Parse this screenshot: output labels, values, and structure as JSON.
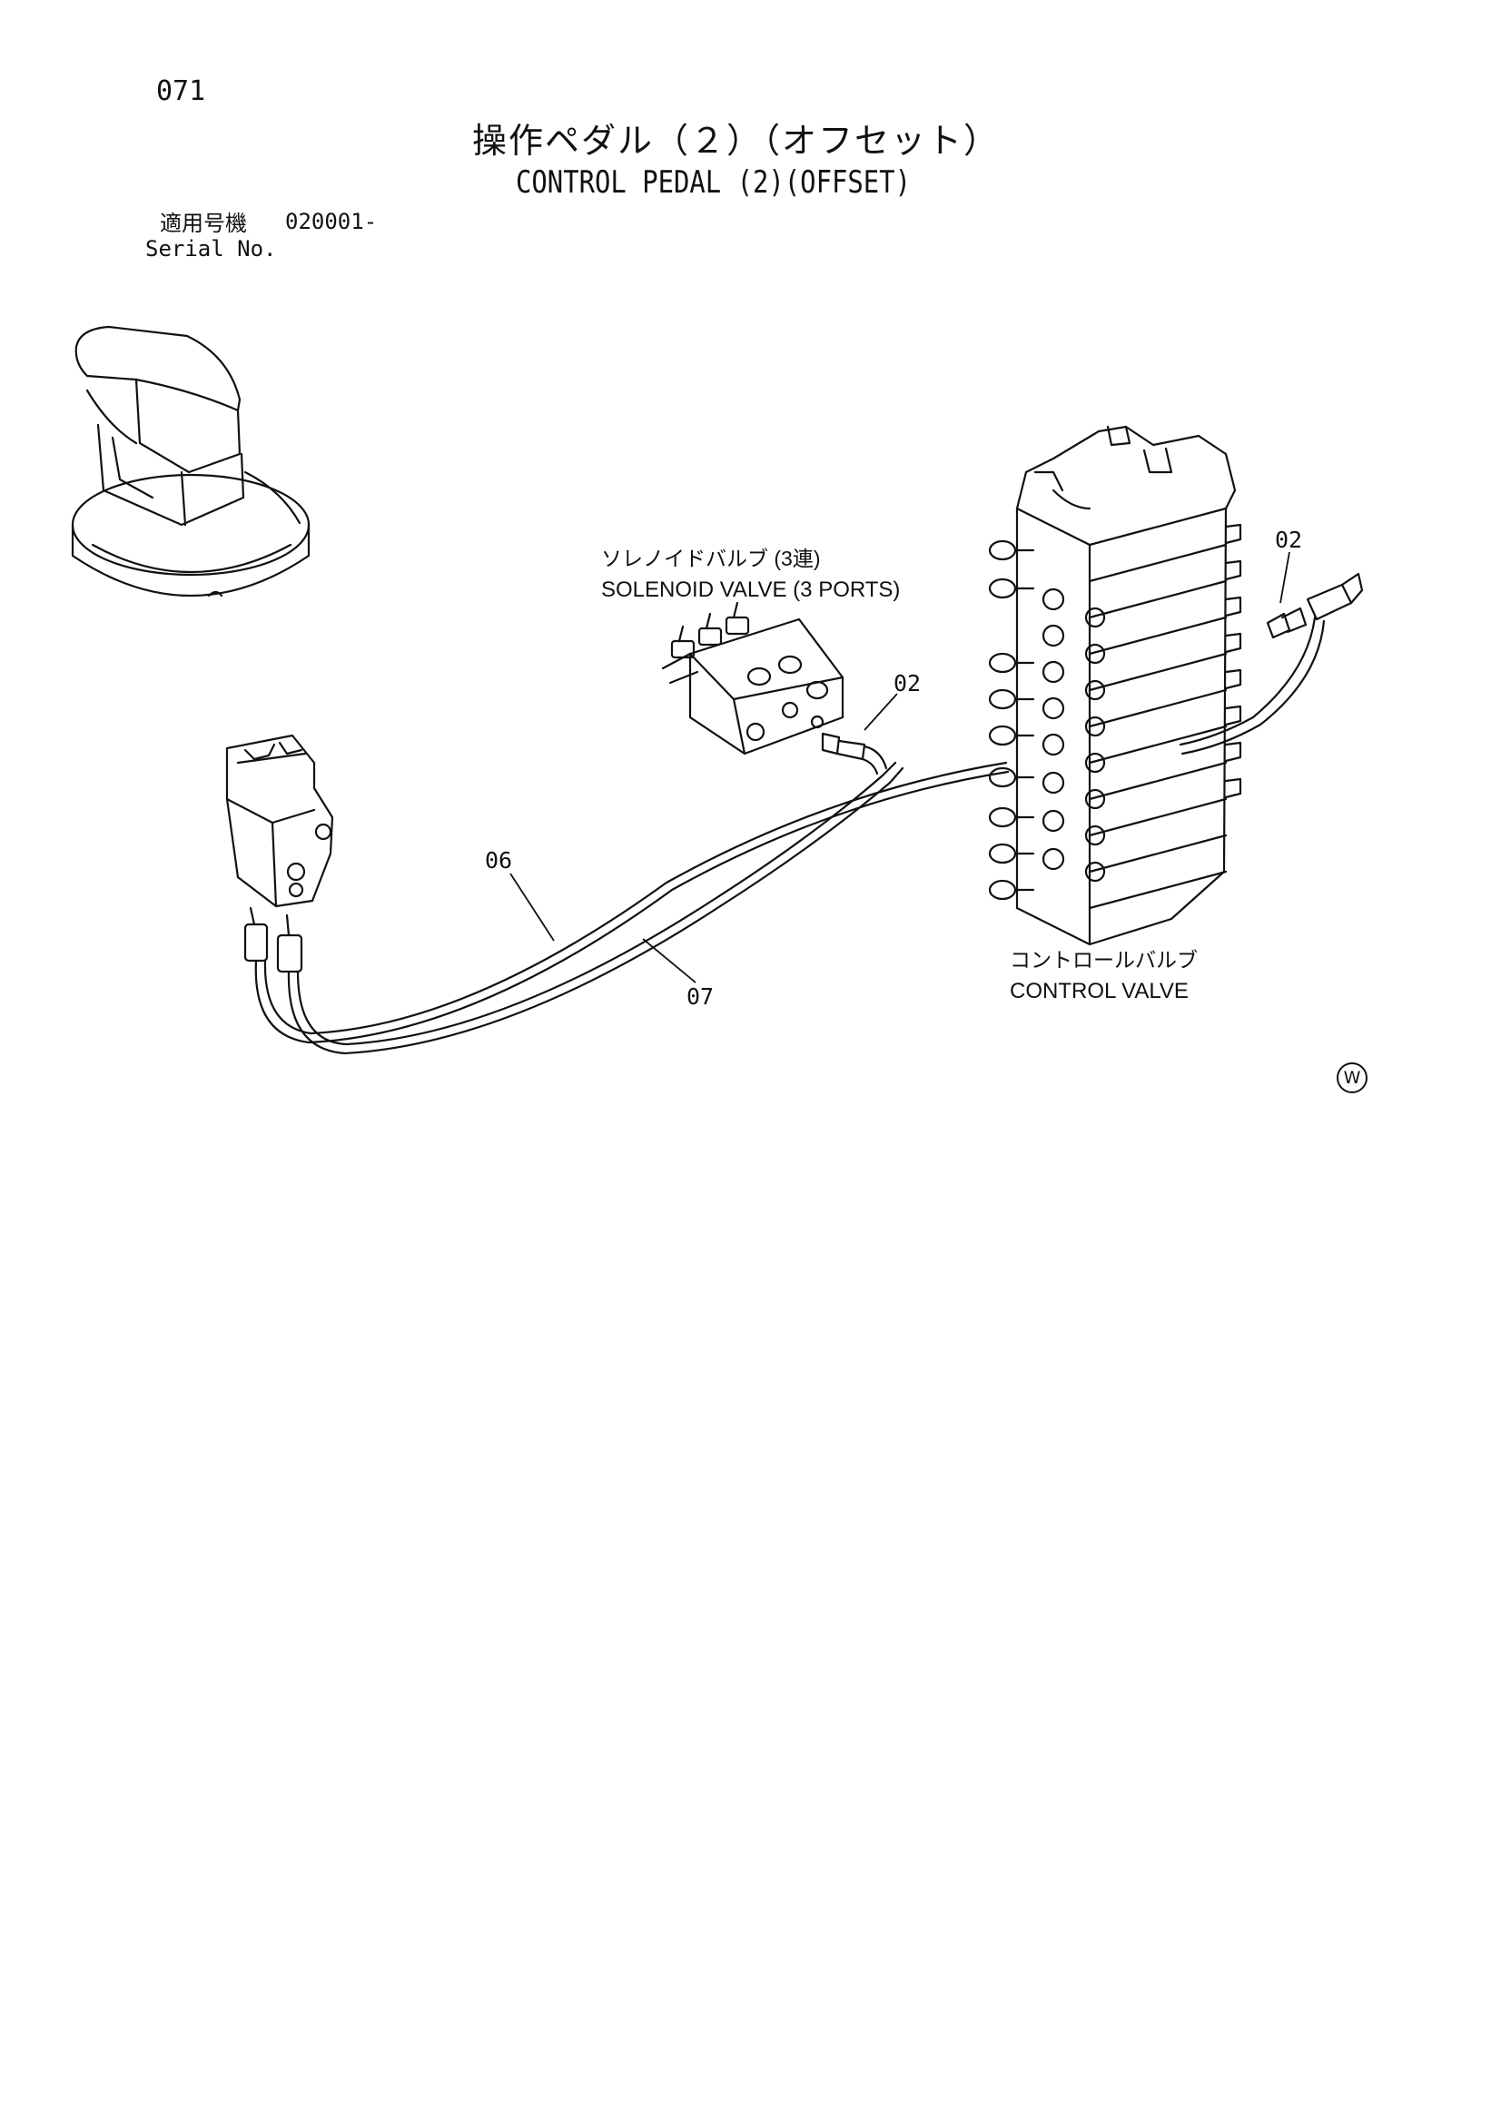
{
  "page_number": "071",
  "title_jp": "操作ペダル（２）（オフセット）",
  "title_en": "CONTROL PEDAL (2)(OFFSET)",
  "serial": {
    "label_jp": "適用号機",
    "value": "020001-",
    "label_en": "Serial No."
  },
  "components": {
    "solenoid_valve": {
      "name_jp": "ソレノイドバルブ (3連)",
      "name_en": "SOLENOID VALVE (3 PORTS)"
    },
    "control_valve": {
      "name_jp": "コントロールバルブ",
      "name_en": "CONTROL VALVE"
    }
  },
  "callouts": [
    "02",
    "02",
    "06",
    "07"
  ],
  "watermark": "W",
  "colors": {
    "line": "#111111",
    "background": "#ffffff"
  }
}
